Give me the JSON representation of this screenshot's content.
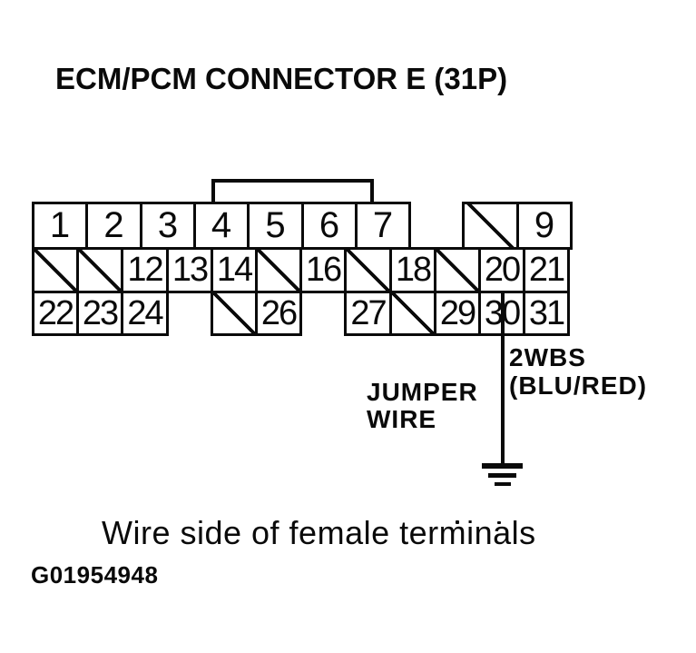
{
  "title": "ECM/PCM CONNECTOR E (31P)",
  "connector": {
    "description": "31-pin connector grid, wire side of female terminals",
    "rows": [
      {
        "cells": [
          {
            "t": "pin",
            "label": "1"
          },
          {
            "t": "pin",
            "label": "2"
          },
          {
            "t": "pin",
            "label": "3"
          },
          {
            "t": "pin",
            "label": "4"
          },
          {
            "t": "pin",
            "label": "5"
          },
          {
            "t": "pin",
            "label": "6"
          },
          {
            "t": "pin",
            "label": "7"
          },
          {
            "t": "gap"
          },
          {
            "t": "nc"
          },
          {
            "t": "pin",
            "label": "9"
          }
        ]
      },
      {
        "cells": [
          {
            "t": "nc"
          },
          {
            "t": "nc"
          },
          {
            "t": "pin",
            "label": "12"
          },
          {
            "t": "pin",
            "label": "13"
          },
          {
            "t": "pin",
            "label": "14"
          },
          {
            "t": "nc"
          },
          {
            "t": "pin",
            "label": "16"
          },
          {
            "t": "nc"
          },
          {
            "t": "pin",
            "label": "18"
          },
          {
            "t": "nc"
          },
          {
            "t": "pin",
            "label": "20"
          },
          {
            "t": "pin",
            "label": "21"
          }
        ]
      },
      {
        "cells": [
          {
            "t": "pin",
            "label": "22"
          },
          {
            "t": "pin",
            "label": "23"
          },
          {
            "t": "pin",
            "label": "24"
          },
          {
            "t": "gap"
          },
          {
            "t": "nc"
          },
          {
            "t": "pin",
            "label": "26"
          },
          {
            "t": "gap"
          },
          {
            "t": "pin",
            "label": "27"
          },
          {
            "t": "nc"
          },
          {
            "t": "pin",
            "label": "29"
          },
          {
            "t": "pin",
            "label": "30"
          },
          {
            "t": "pin",
            "label": "31"
          }
        ]
      }
    ]
  },
  "jumper": {
    "line1": "JUMPER",
    "line2": "WIRE"
  },
  "wire": {
    "from_pin": "30",
    "code": "2WBS",
    "color_code": "(BLU/RED)",
    "to": "ground"
  },
  "caption": "Wire side of female terminals",
  "figure_id": "G01954948",
  "colors": {
    "ink": "#0a0a0a",
    "paper": "#ffffff"
  }
}
